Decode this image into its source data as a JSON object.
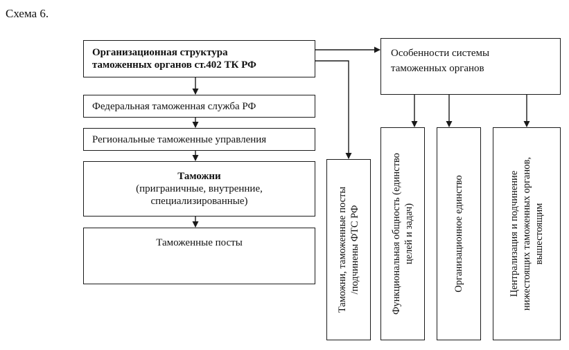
{
  "caption": "Схема 6.",
  "structure": {
    "line1": "Организационная структура",
    "line2": "таможенных органов ст.402 ТК РФ"
  },
  "fts": "Федеральная таможенная служба РФ",
  "rtu": "Региональные таможенные управления",
  "customs": {
    "title": "Таможни",
    "line2": "(приграничные, внутренние,",
    "line3": "специализированные)"
  },
  "posts": "Таможенные посты",
  "subordinate": {
    "line1": "Таможни, таможенные посты",
    "line2": "/подчинены ФТС РФ"
  },
  "features": {
    "line1": "Особенности системы",
    "line2": "таможенных органов"
  },
  "functional": {
    "line1": "Функциональная общность (единство",
    "line2": "целей и задач)"
  },
  "organizational": "Организационное единство",
  "centralization": {
    "line1": "Централизация и подчинение",
    "line2": "нижестоящих таможенных органов,",
    "line3": "вышестоящим"
  }
}
